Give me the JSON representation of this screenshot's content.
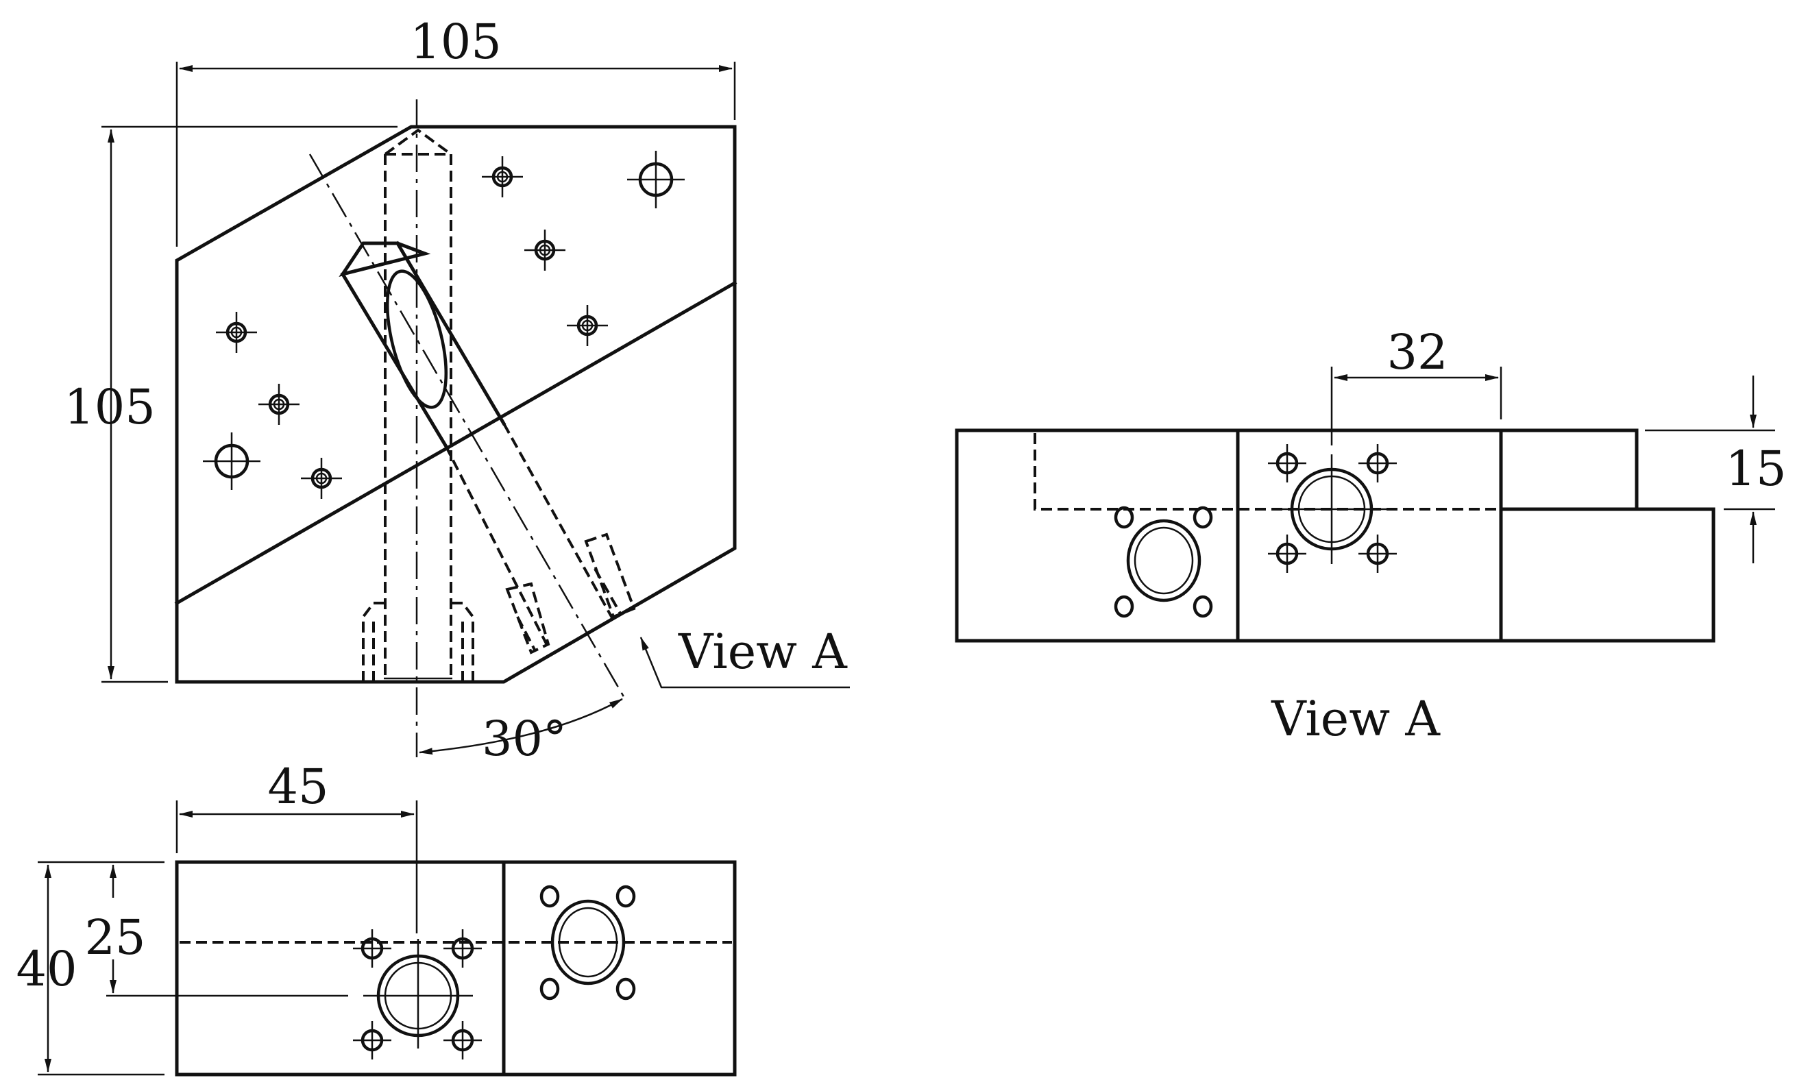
{
  "front_view": {
    "width_dim": "105",
    "height_dim": "105",
    "angle_dim": "30°",
    "view_arrow_label": "View A"
  },
  "top_view": {
    "offset_dim": "45",
    "height_dim": "40",
    "inner_dim": "25"
  },
  "view_a": {
    "spacing_dim": "32",
    "step_dim": "15",
    "caption": "View A"
  }
}
